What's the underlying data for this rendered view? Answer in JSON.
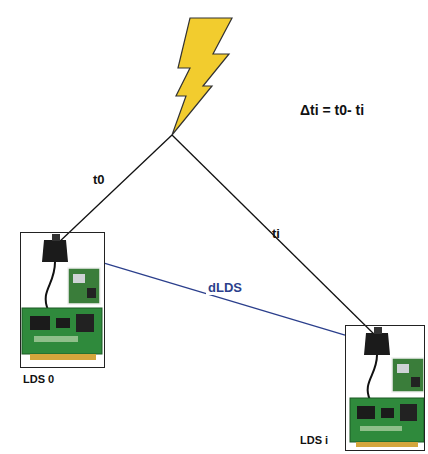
{
  "diagram": {
    "nodes": [
      {
        "text": [
          "LDS 0"
        ]
      },
      {
        "text": [
          "LDS i"
        ]
      }
    ],
    "edges": [
      {
        "from": 0,
        "to": 1,
        "arrow": "none",
        "label": "dLDS"
      }
    ],
    "labels": [
      "t0",
      "ti",
      "Δti = t0- ti"
    ]
  }
}
